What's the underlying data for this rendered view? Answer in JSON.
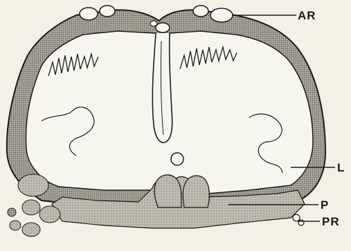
{
  "figure": {
    "labels": {
      "ar": "AR",
      "l": "L",
      "p": "P",
      "pr": "PR"
    },
    "colors": {
      "paper": "#f3f1e6",
      "ink": "#1a1a1a",
      "tissue": "#b9b7aa",
      "wall": "#8f8d82"
    }
  }
}
